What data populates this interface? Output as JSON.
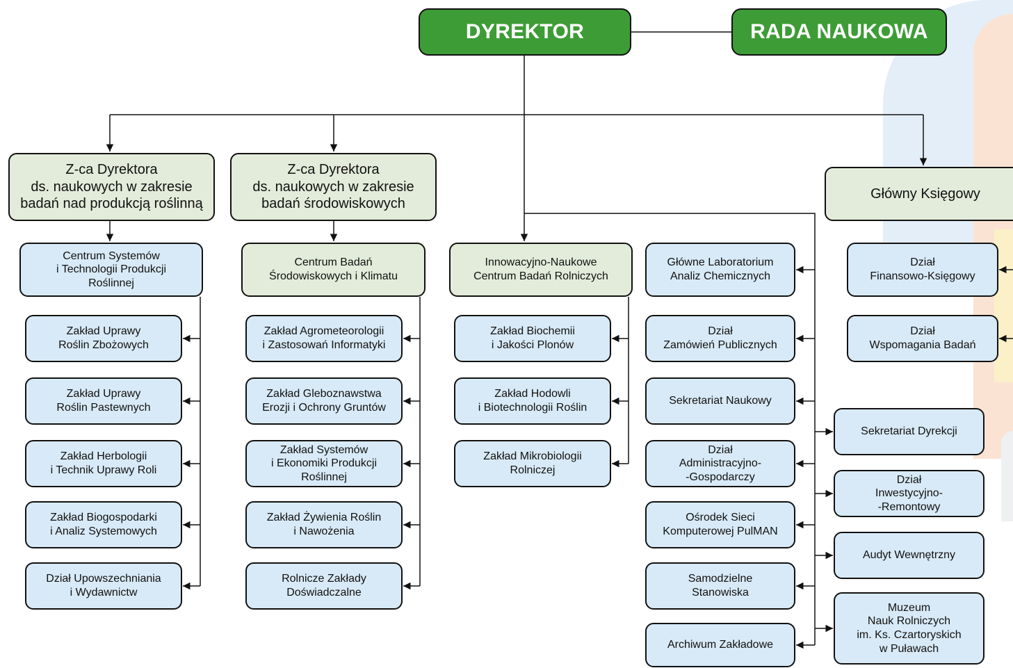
{
  "colors": {
    "director_fill": "#3d9c36",
    "deputy_fill": "#e3ecda",
    "unit_fill": "#d8eaf7",
    "line": "#111111"
  },
  "top": {
    "director": "DYREKTOR",
    "scientific_council": "RADA NAUKOWA"
  },
  "deputies": {
    "plant": "Z-ca Dyrektora\nds. naukowych w zakresie\nbadań nad produkcją roślinną",
    "environment": "Z-ca Dyrektora\nds. naukowych w zakresie\nbadań środowiskowych",
    "chief_accountant": "Główny Księgowy"
  },
  "column_plant": {
    "center": "Centrum Systemów\ni Technologii Produkcji\nRoślinnej",
    "units": [
      "Zakład Uprawy\nRoślin Zbożowych",
      "Zakład Uprawy\nRoślin Pastewnych",
      "Zakład Herbologii\ni Technik Uprawy Roli",
      "Zakład Biogospodarki\ni Analiz Systemowych",
      "Dział Upowszechniania\ni Wydawnictw"
    ]
  },
  "column_environment": {
    "center": "Centrum Badań\nŚrodowiskowych i Klimatu",
    "units": [
      "Zakład Agrometeorologii\ni Zastosowań Informatyki",
      "Zakład Gleboznawstwa\nErozji i Ochrony Gruntów",
      "Zakład Systemów\ni Ekonomiki Produkcji\nRoślinnej",
      "Zakład Żywienia Roślin\ni Nawożenia",
      "Rolnicze Zakłady\nDoświadczalne"
    ]
  },
  "column_innovation": {
    "center": "Innowacyjno-Naukowe\nCentrum Badań Rolniczych",
    "units": [
      "Zakład Biochemii\ni Jakości Plonów",
      "Zakład Hodowli\ni Biotechnologii Roślin",
      "Zakład Mikrobiologii\nRolniczej"
    ]
  },
  "column_director_left": {
    "units": [
      "Główne Laboratorium\nAnaliz Chemicznych",
      "Dział\nZamówień Publicznych",
      "Sekretariat Naukowy",
      "Dział\nAdministracyjno-\n-Gospodarczy",
      "Ośrodek Sieci\nKomputerowej PulMAN",
      "Samodzielne\nStanowiska",
      "Archiwum Zakładowe"
    ]
  },
  "column_director_right": {
    "units": [
      "Sekretariat Dyrekcji",
      "Dział\nInwestycyjno-\n-Remontowy",
      "Audyt Wewnętrzny",
      "Muzeum\nNauk Rolniczych\nim. Ks. Czartoryskich\nw Puławach"
    ]
  },
  "column_accounting": {
    "units": [
      "Dział\nFinansowo-Księgowy",
      "Dział\nWspomagania Badań"
    ]
  }
}
